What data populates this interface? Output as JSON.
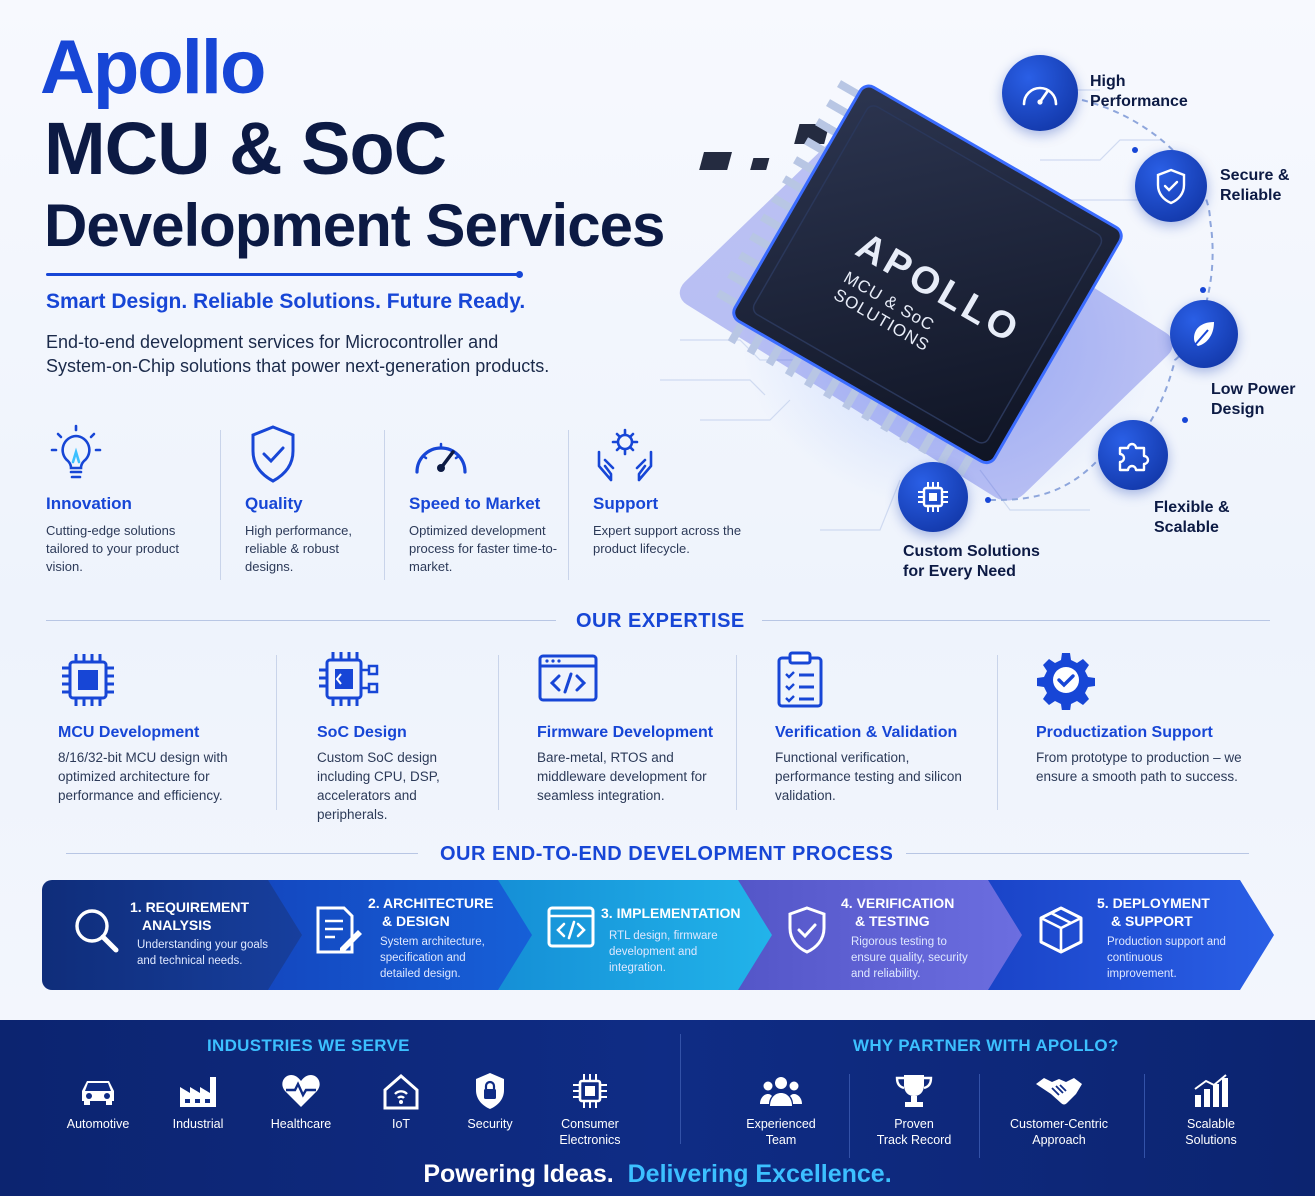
{
  "header": {
    "brand": "Apollo",
    "title_line1": "MCU & SoC",
    "title_line2": "Development Services",
    "tagline": "Smart Design. Reliable Solutions. Future Ready.",
    "description": "End-to-end development services for Microcontroller and System-on-Chip solutions that power next-generation products."
  },
  "features": [
    {
      "title": "Innovation",
      "text": "Cutting-edge solutions tailored to your product vision.",
      "icon": "lightbulb-icon"
    },
    {
      "title": "Quality",
      "text": "High performance, reliable & robust designs.",
      "icon": "shield-check-icon"
    },
    {
      "title": "Speed to Market",
      "text": "Optimized development process for faster time-to-market.",
      "icon": "speedometer-icon"
    },
    {
      "title": "Support",
      "text": "Expert support across the product lifecycle.",
      "icon": "hands-gear-icon"
    }
  ],
  "chip": {
    "brand": "APOLLO",
    "subtitle_line1": "MCU & SoC",
    "subtitle_line2": "SOLUTIONS"
  },
  "benefits": [
    {
      "label_line1": "High",
      "label_line2": "Performance",
      "icon": "gauge-icon"
    },
    {
      "label_line1": "Secure &",
      "label_line2": "Reliable",
      "icon": "shield-icon"
    },
    {
      "label_line1": "Low Power",
      "label_line2": "Design",
      "icon": "leaf-icon"
    },
    {
      "label_line1": "Flexible &",
      "label_line2": "Scalable",
      "icon": "puzzle-icon"
    },
    {
      "label_line1": "Custom Solutions",
      "label_line2": "for Every Need",
      "icon": "chip-icon"
    }
  ],
  "expertise": {
    "heading": "OUR EXPERTISE",
    "items": [
      {
        "title": "MCU Development",
        "text": "8/16/32-bit MCU design with optimized architecture for performance and efficiency.",
        "icon": "mcu-icon"
      },
      {
        "title": "SoC Design",
        "text": "Custom SoC design including CPU, DSP, accelerators and peripherals.",
        "icon": "soc-icon"
      },
      {
        "title": "Firmware Development",
        "text": "Bare-metal, RTOS and middleware development for seamless integration.",
        "icon": "code-window-icon"
      },
      {
        "title": "Verification & Validation",
        "text": "Functional verification, performance testing and silicon validation.",
        "icon": "clipboard-check-icon"
      },
      {
        "title": "Productization Support",
        "text": "From prototype to production – we ensure a smooth path to success.",
        "icon": "gear-check-icon"
      }
    ]
  },
  "process": {
    "heading": "OUR END-TO-END DEVELOPMENT PROCESS",
    "steps": [
      {
        "title_line1": "1. REQUIREMENT",
        "title_line2": "ANALYSIS",
        "text": "Understanding your goals and technical needs.",
        "icon": "magnifier-icon",
        "color": "#133a8f"
      },
      {
        "title_line1": "2. ARCHITECTURE",
        "title_line2": "& DESIGN",
        "text": "System architecture, specification and detailed design.",
        "icon": "document-pen-icon",
        "color": "#1554c9"
      },
      {
        "title_line1": "3. IMPLEMENTATION",
        "title_line2": "",
        "text": "RTL design, firmware development and integration.",
        "icon": "code-window-icon",
        "color": "#1aa3e0"
      },
      {
        "title_line1": "4. VERIFICATION",
        "title_line2": "& TESTING",
        "text": "Rigorous testing to ensure quality, security and reliability.",
        "icon": "shield-check-icon",
        "color": "#6466d8"
      },
      {
        "title_line1": "5. DEPLOYMENT",
        "title_line2": "& SUPPORT",
        "text": "Production support and continuous improvement.",
        "icon": "package-icon",
        "color": "#1f4fd6"
      }
    ]
  },
  "industries": {
    "heading": "INDUSTRIES WE SERVE",
    "items": [
      {
        "line1": "Automotive",
        "line2": "",
        "icon": "car-icon"
      },
      {
        "line1": "Industrial",
        "line2": "",
        "icon": "factory-icon"
      },
      {
        "line1": "Healthcare",
        "line2": "",
        "icon": "heart-pulse-icon"
      },
      {
        "line1": "IoT",
        "line2": "",
        "icon": "smart-home-icon"
      },
      {
        "line1": "Security",
        "line2": "",
        "icon": "lock-shield-icon"
      },
      {
        "line1": "Consumer",
        "line2": "Electronics",
        "icon": "chip-icon"
      }
    ]
  },
  "partner": {
    "heading": "WHY PARTNER WITH APOLLO?",
    "items": [
      {
        "line1": "Experienced",
        "line2": "Team",
        "icon": "team-icon"
      },
      {
        "line1": "Proven",
        "line2": "Track Record",
        "icon": "trophy-icon"
      },
      {
        "line1": "Customer-Centric",
        "line2": "Approach",
        "icon": "handshake-icon"
      },
      {
        "line1": "Scalable",
        "line2": "Solutions",
        "icon": "bar-growth-icon"
      }
    ]
  },
  "slogan": {
    "part1": "Powering Ideas.",
    "part2": "Delivering Excellence."
  },
  "colors": {
    "accent": "#1746d6",
    "dark": "#0c1a44",
    "footer": "#0f2c85",
    "cyan": "#3cc0ff"
  }
}
